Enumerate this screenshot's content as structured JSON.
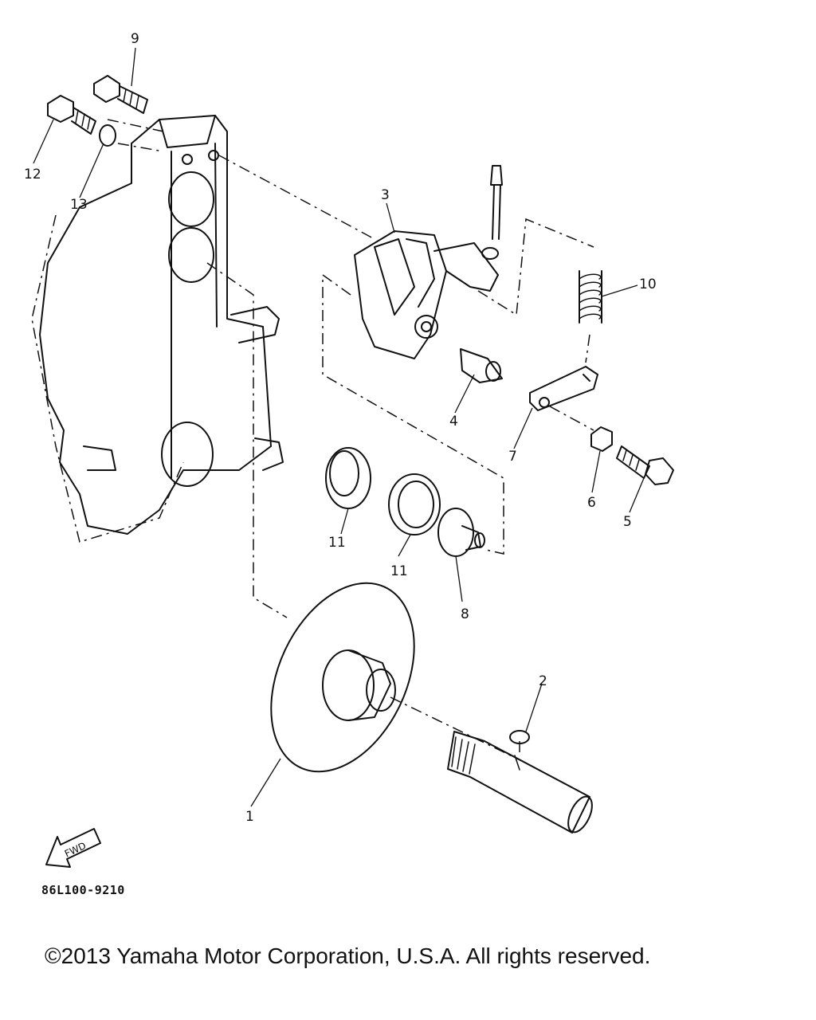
{
  "diagram": {
    "callouts": {
      "c1": "1",
      "c2": "2",
      "c3": "3",
      "c4": "4",
      "c5": "5",
      "c6": "6",
      "c7": "7",
      "c8": "8",
      "c9": "9",
      "c10": "10",
      "c11a": "11",
      "c11b": "11",
      "c12": "12",
      "c13": "13"
    },
    "fwd_label": "FWD",
    "part_number": "86L100-9210"
  },
  "footer": {
    "copyright": "©2013 Yamaha Motor Corporation, U.S.A. All rights reserved."
  }
}
